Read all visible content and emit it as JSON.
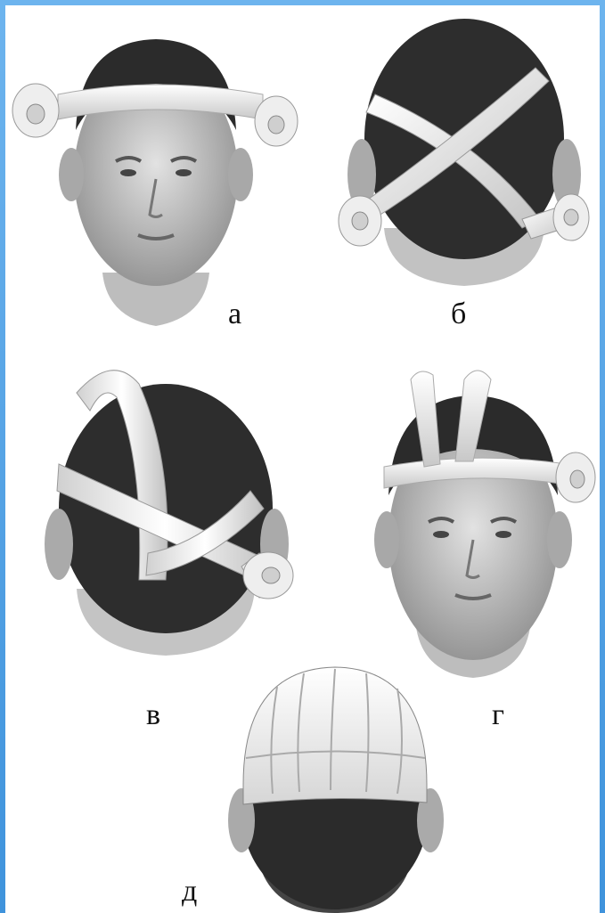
{
  "figure": {
    "panels": [
      {
        "id": "a",
        "label": "а",
        "view": "front",
        "bandage": "circular"
      },
      {
        "id": "b",
        "label": "б",
        "view": "back",
        "bandage": "crossed"
      },
      {
        "id": "v",
        "label": "в",
        "view": "back",
        "bandage": "sagittal-return"
      },
      {
        "id": "g",
        "label": "г",
        "view": "front",
        "bandage": "returning-turns"
      },
      {
        "id": "d",
        "label": "д",
        "view": "back",
        "bandage": "cap-complete"
      }
    ],
    "colors": {
      "frame": "#4a9be2",
      "skin": "#c9c9c9",
      "hair": "#2b2b2b",
      "bandage": "#f2f2f2",
      "bandage_shadow": "#bdbdbd"
    }
  }
}
